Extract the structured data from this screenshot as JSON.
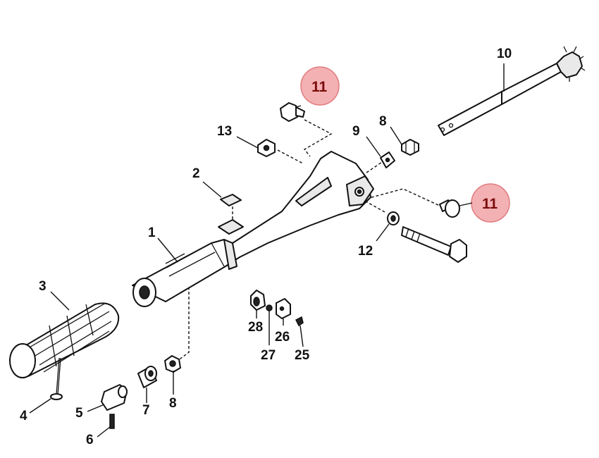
{
  "diagram": {
    "highlight_color": "#f2a3a6",
    "line_color": "#111111",
    "highlighted_parts": [
      "11"
    ],
    "labels": {
      "p1": "1",
      "p2": "2",
      "p3": "3",
      "p4": "4",
      "p5": "5",
      "p6": "6",
      "p7": "7",
      "p8a": "8",
      "p8b": "8",
      "p9": "9",
      "p10": "10",
      "p11a": "11",
      "p11b": "11",
      "p12": "12",
      "p13": "13",
      "p25": "25",
      "p26": "26",
      "p27": "27",
      "p28": "28"
    }
  }
}
